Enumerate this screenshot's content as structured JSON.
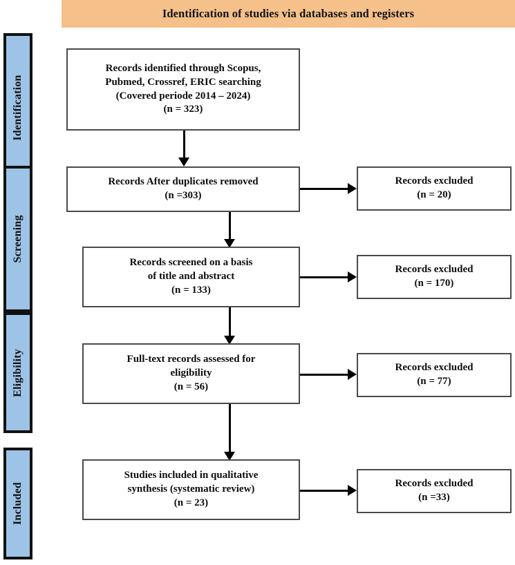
{
  "banner": {
    "title": "Identification of studies via databases and registers",
    "bg_color": "#F5C089"
  },
  "stages": [
    {
      "label": "Identification"
    },
    {
      "label": "Screening"
    },
    {
      "label": "Eligibility"
    },
    {
      "label": "Included"
    }
  ],
  "stage_bar_color": "#9DC3E6",
  "flow_boxes": [
    {
      "id": "records-identified",
      "lines": [
        "Records identified through Scopus,",
        "Pubmed, Crossref, ERIC searching",
        "(Covered periode 2014 – 2024)",
        "(n = 323)"
      ],
      "count": 323
    },
    {
      "id": "duplicates-removed",
      "lines": [
        "Records After duplicates removed",
        "(n =303)"
      ],
      "count": 303
    },
    {
      "id": "records-screened",
      "lines": [
        "Records screened on a basis",
        "of title and abstract",
        "(n = 133)"
      ],
      "count": 133
    },
    {
      "id": "fulltext-assessed",
      "lines": [
        "Full-text records assessed for",
        "eligibility",
        "(n = 56)"
      ],
      "count": 56
    },
    {
      "id": "studies-included",
      "lines": [
        "Studies included in qualitative",
        "synthesis (systematic review)",
        "(n = 23)"
      ],
      "count": 23
    }
  ],
  "excluded_boxes": [
    {
      "id": "excluded-duplicates",
      "lines": [
        "Records excluded",
        "(n = 20)"
      ],
      "count": 20
    },
    {
      "id": "excluded-screening",
      "lines": [
        "Records excluded",
        "(n = 170)"
      ],
      "count": 170
    },
    {
      "id": "excluded-eligibility",
      "lines": [
        "Records excluded",
        "(n = 77)"
      ],
      "count": 77
    },
    {
      "id": "excluded-included",
      "lines": [
        "Records excluded",
        "(n =33)"
      ],
      "count": 33
    }
  ]
}
